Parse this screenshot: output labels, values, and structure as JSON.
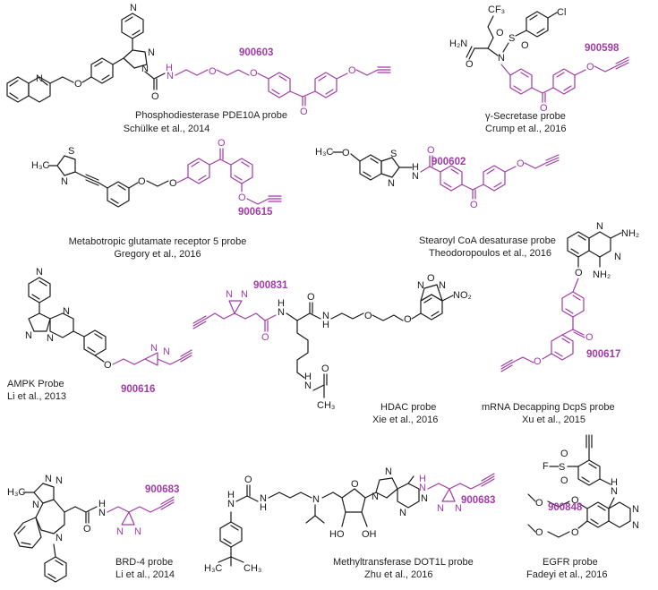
{
  "probes": [
    {
      "id": "pde10a",
      "code": "900603",
      "name": "Phosphodiesterase PDE10A probe",
      "ref": "Schülke et al., 2014"
    },
    {
      "id": "gsec",
      "code": "900598",
      "name": "γ-Secretase probe",
      "ref": "Crump et al., 2016"
    },
    {
      "id": "mglu5",
      "code": "900615",
      "name": "Metabotropic glutamate receptor 5 probe",
      "ref": "Gregory et al., 2016"
    },
    {
      "id": "scd",
      "code": "900602",
      "name": "Stearoyl CoA desaturase probe",
      "ref": "Theodoropoulos et al., 2016"
    },
    {
      "id": "ampk",
      "code": "900616",
      "name": "AMPK Probe",
      "ref": "Li et al., 2013"
    },
    {
      "id": "hdac",
      "code": "900831",
      "name": "HDAC probe",
      "ref": "Xie et al., 2016"
    },
    {
      "id": "dcps",
      "code": "900617",
      "name": "mRNA Decapping DcpS probe",
      "ref": "Xu et al., 2015"
    },
    {
      "id": "brd4",
      "code": "900683",
      "name": "BRD-4 probe",
      "ref": "Li et al., 2014"
    },
    {
      "id": "dot1l",
      "code": "900683",
      "name": "Methyltransferase DOT1L probe",
      "ref": "Zhu et al., 2016"
    },
    {
      "id": "egfr",
      "code": "900848",
      "name": "EGFR probe",
      "ref": "Fadeyi et al., 2016"
    }
  ],
  "atoms": {
    "N": "N",
    "O": "O",
    "H": "H",
    "S": "S",
    "F": "F",
    "Cl": "Cl",
    "CF3": "CF₃",
    "NH": "N",
    "H2N": "H₂N",
    "NH2": "NH₂",
    "NO2": "NO₂",
    "H3C": "H₃C",
    "CH3": "CH₃",
    "HO": "HO",
    "OH": "OH",
    "H3CO": "H₃C",
    "CH3O": "O"
  },
  "colors": {
    "probe_magenta": "#a23aa8",
    "ink": "#1a1a1a"
  }
}
